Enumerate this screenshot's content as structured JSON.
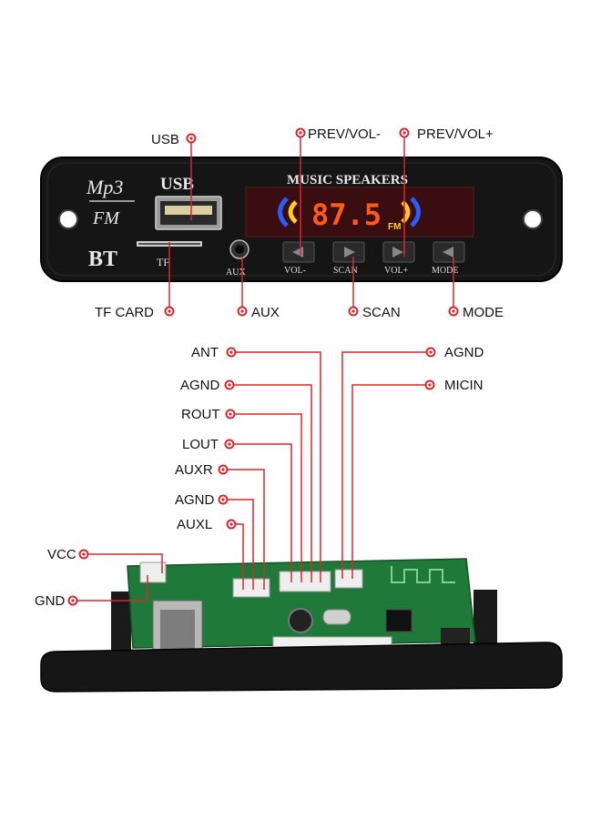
{
  "colors": {
    "accent": "#d9262c",
    "panel": "#141414",
    "pcb": "#1f7a3a",
    "display": "#3a0d10",
    "digits": "#ff5a1a"
  },
  "front_panel": {
    "logo_line1": "Mp3",
    "logo_line2": "FM",
    "usb_label": "USB",
    "bt_label": "BT",
    "tf_label": "TF",
    "aux_label": "AUX",
    "display_title": "MUSIC SPEAKERS",
    "display_value": "87.5",
    "display_unit": "FM",
    "buttons": [
      "VOL-",
      "SCAN",
      "VOL+",
      "MODE"
    ]
  },
  "callouts_top": {
    "usb": "USB",
    "prev_vol_minus": "PREV/VOL-",
    "prev_vol_plus": "PREV/VOL+",
    "tf_card": "TF CARD",
    "aux": "AUX",
    "scan": "SCAN",
    "mode": "MODE"
  },
  "callouts_bottom": {
    "left": [
      "ANT",
      "AGND",
      "ROUT",
      "LOUT",
      "AUXR",
      "AGND",
      "AUXL"
    ],
    "right": [
      "AGND",
      "MICIN"
    ],
    "power": [
      "VCC",
      "GND"
    ]
  }
}
